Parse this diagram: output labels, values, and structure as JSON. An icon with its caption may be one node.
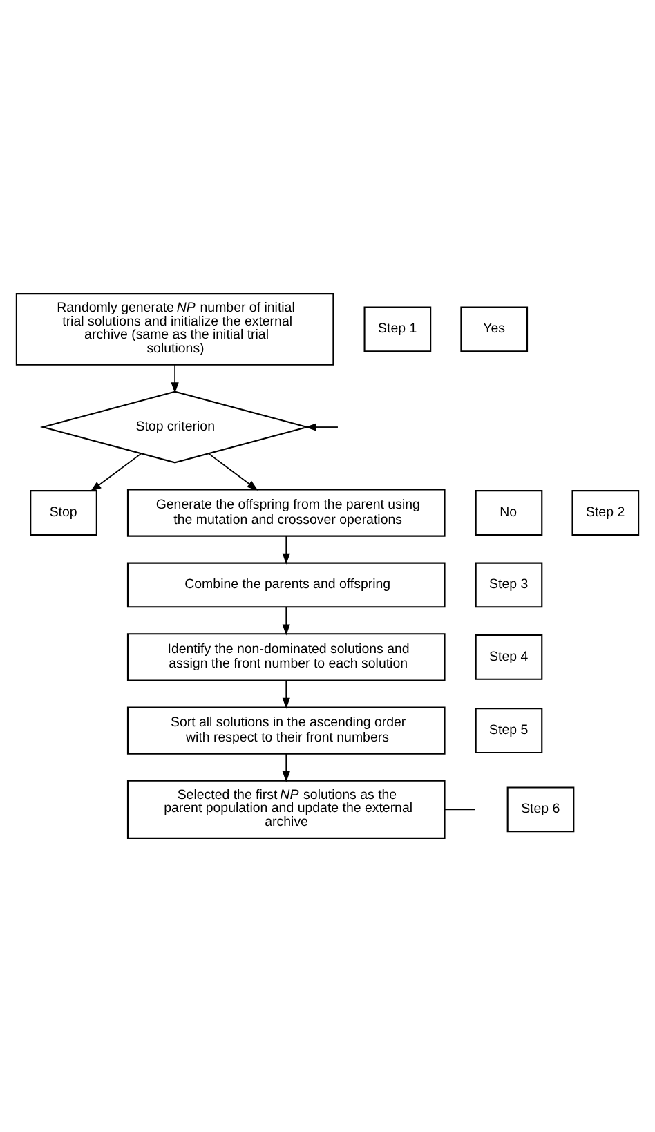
{
  "diagram": {
    "nodes": [
      {
        "text": [
          "Randomly generate *NP* number of initial trial solutions and initialize the external archive (same as the initial trial solutions)"
        ]
      },
      {
        "text": [
          "Step 1"
        ]
      },
      {
        "text": [
          "Yes"
        ]
      },
      {
        "text": [
          "Stop criterion"
        ]
      },
      {
        "text": [
          "No"
        ]
      },
      {
        "text": [
          "Stop"
        ]
      },
      {
        "text": [
          "Generate the offspring from the parent using the mutation and crossover operations"
        ]
      },
      {
        "text": [
          "Step 2"
        ]
      },
      {
        "text": [
          "Combine the parents and offspring"
        ]
      },
      {
        "text": [
          "Step 3"
        ]
      },
      {
        "text": [
          "Identify the non-dominated solutions and assign the front number to each solution"
        ]
      },
      {
        "text": [
          "Step 4"
        ]
      },
      {
        "text": [
          "Sort all solutions in the ascending order with respect to their front numbers"
        ]
      },
      {
        "text": [
          "Step 5"
        ]
      },
      {
        "text": [
          "Selected the first *NP* solutions as the parent population and update the external archive"
        ]
      },
      {
        "text": [
          "Step 6"
        ]
      }
    ],
    "edges": [
      {
        "from": 0,
        "to": 3,
        "arrow": "to"
      },
      {
        "from": null,
        "to": 3,
        "arrow": "to"
      },
      {
        "from": 3,
        "to": 5,
        "arrow": "to"
      },
      {
        "from": 3,
        "to": 6,
        "arrow": "to"
      },
      {
        "from": 6,
        "to": 8,
        "arrow": "to"
      },
      {
        "from": 8,
        "to": 10,
        "arrow": "to"
      },
      {
        "from": 10,
        "to": 12,
        "arrow": "to"
      },
      {
        "from": 12,
        "to": 14,
        "arrow": "to"
      },
      {
        "from": 14,
        "to": null,
        "arrow": "none"
      }
    ]
  }
}
